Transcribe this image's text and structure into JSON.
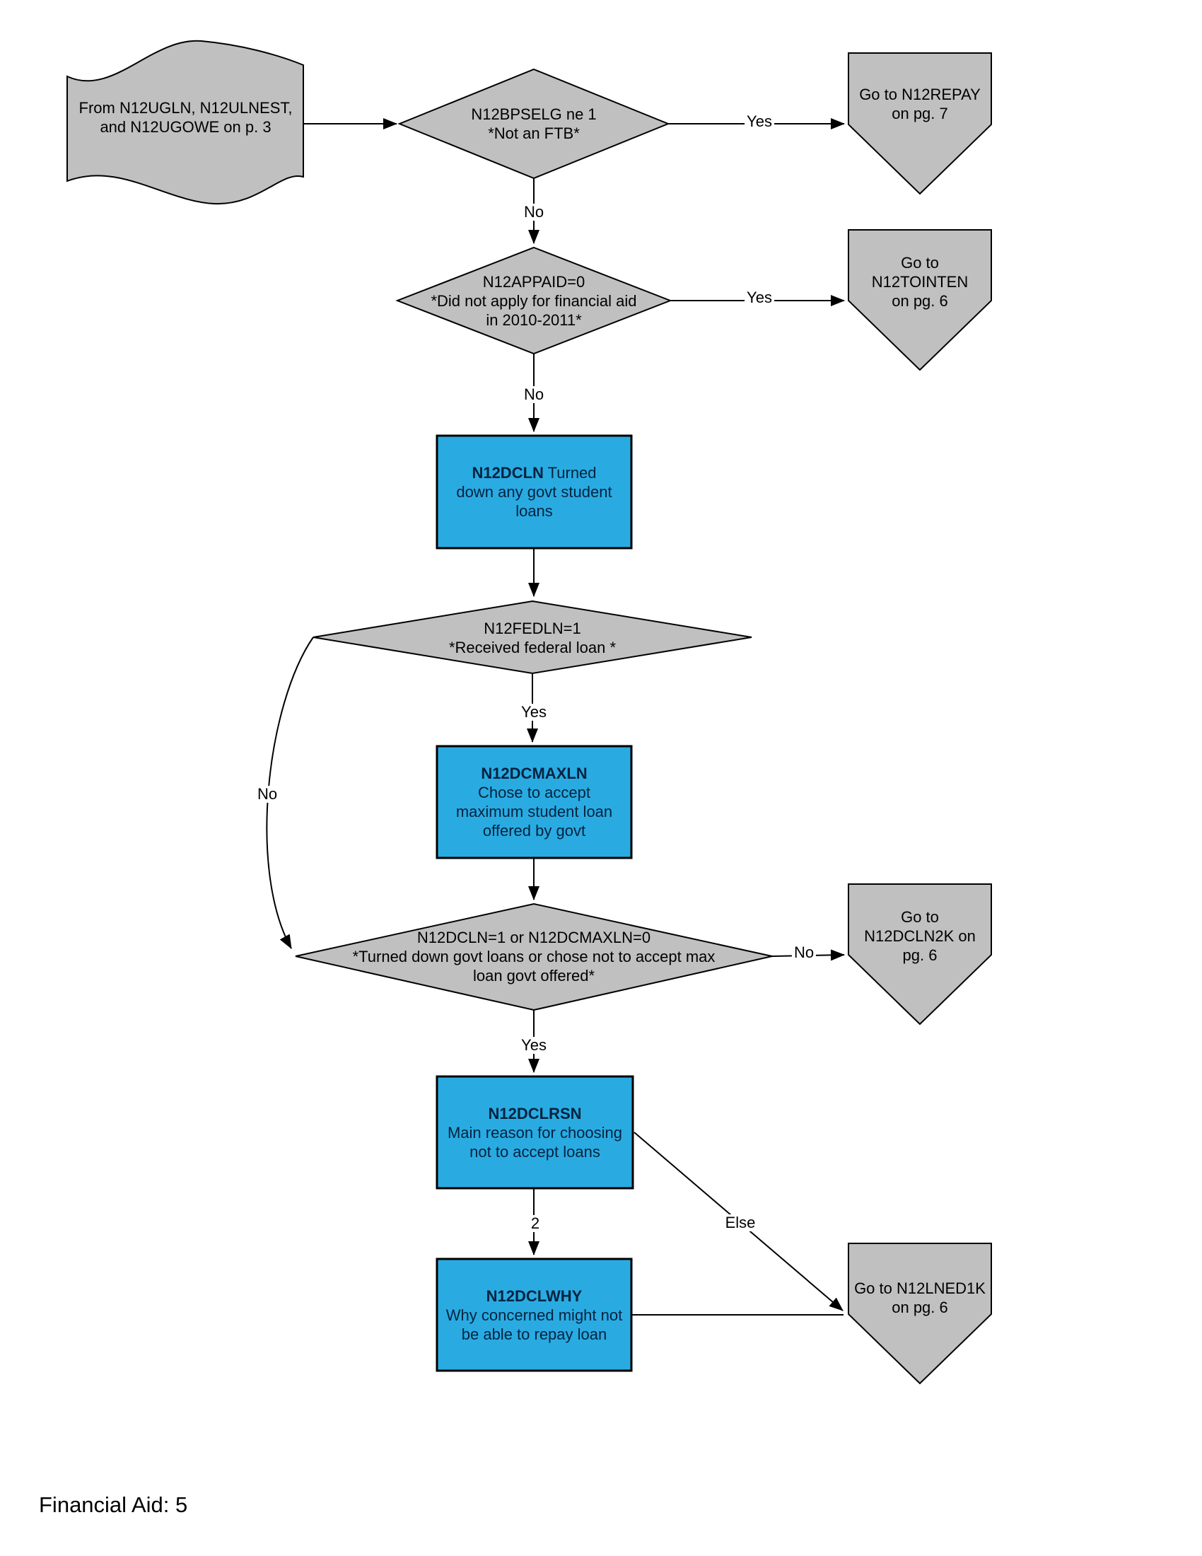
{
  "page": {
    "footer": "Financial Aid: 5"
  },
  "colors": {
    "node_gray": "#C0C0C0",
    "node_blue": "#29ABE2",
    "box_text": "#05233F",
    "line_color": "#000000"
  },
  "nodes": {
    "start": {
      "type": "document",
      "lines": [
        "From N12UGLN, N12ULNEST,",
        "and N12UGOWE on p. 3"
      ]
    },
    "d_bpselg": {
      "type": "decision",
      "lines": [
        "N12BPSELG ne 1",
        "*Not an FTB*"
      ]
    },
    "p_repay": {
      "type": "offpage-connector",
      "lines": [
        "Go to N12REPAY",
        "on pg. 7"
      ]
    },
    "d_appaid": {
      "type": "decision",
      "lines": [
        "N12APPAID=0",
        "*Did not apply for financial aid",
        "in 2010-2011*"
      ]
    },
    "p_tointen": {
      "type": "offpage-connector",
      "lines": [
        "Go to",
        "N12TOINTEN",
        "on pg. 6"
      ]
    },
    "b_dcln": {
      "type": "process",
      "code": "N12DCLN",
      "line1_rest": "Turned",
      "lines": [
        "down any govt student",
        "loans"
      ]
    },
    "d_fedln": {
      "type": "decision",
      "lines": [
        "N12FEDLN=1",
        "*Received federal loan *"
      ]
    },
    "b_dcmaxln": {
      "type": "process",
      "code": "N12DCMAXLN",
      "lines": [
        "Chose to accept",
        "maximum student loan",
        "offered by govt"
      ]
    },
    "d_dclnmax": {
      "type": "decision",
      "lines": [
        "N12DCLN=1 or N12DCMAXLN=0",
        "*Turned down govt loans or chose not to accept max",
        "loan govt offered*"
      ]
    },
    "p_dcln2k": {
      "type": "offpage-connector",
      "lines": [
        "Go to",
        "N12DCLN2K on",
        "pg. 6"
      ]
    },
    "b_dclrsn": {
      "type": "process",
      "code": "N12DCLRSN",
      "lines": [
        "Main reason for choosing",
        "not to accept loans"
      ]
    },
    "b_dclwhy": {
      "type": "process",
      "code": "N12DCLWHY",
      "lines": [
        "Why concerned might not",
        "be able to repay loan"
      ]
    },
    "p_lned1k": {
      "type": "offpage-connector",
      "lines": [
        "Go to N12LNED1K",
        "on pg. 6"
      ]
    }
  },
  "edge_labels": {
    "bpselg_yes": "Yes",
    "bpselg_no": "No",
    "appaid_yes": "Yes",
    "appaid_no": "No",
    "fedln_yes": "Yes",
    "fedln_no": "No",
    "dclnmax_yes": "Yes",
    "dclnmax_no": "No",
    "dclrsn_two": "2",
    "dclrsn_else": "Else"
  }
}
